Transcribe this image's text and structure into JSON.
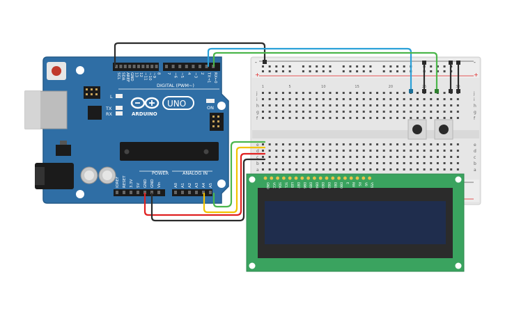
{
  "arduino": {
    "logo_text": "ARDUINO",
    "model": "UNO",
    "digital_header": "DIGITAL (PWM~)",
    "analog_header": "ANALOG IN",
    "power_header": "POWER",
    "on_label": "ON",
    "tx_label": "TX",
    "rx_label": "RX",
    "l_label": "L",
    "top_pins": [
      "SCL",
      "SDA",
      "AREF",
      "GND",
      "13",
      "12",
      "~11",
      "~10",
      "~9",
      "8",
      "7",
      "~6",
      "~5",
      "4",
      "~3",
      "2",
      "TX→1",
      "RX←0"
    ],
    "power_pins": [
      "IOREF",
      "RESET",
      "3.3V",
      "5V",
      "GND",
      "GND",
      "Vin"
    ],
    "analog_pins": [
      "A0",
      "A1",
      "A2",
      "A3",
      "A4",
      "A5"
    ]
  },
  "breadboard": {
    "rail_plus": "+",
    "rail_minus": "-",
    "col_numbers": [
      "1",
      "5",
      "10",
      "15",
      "20",
      "25",
      "30"
    ],
    "row_letters_top": [
      "j",
      "i",
      "h",
      "g",
      "f"
    ],
    "row_letters_bottom": [
      "e",
      "d",
      "c",
      "b",
      "a"
    ]
  },
  "lcd": {
    "pins": [
      "GND",
      "VCC",
      "SDA",
      "SCL",
      "LED",
      "DB7",
      "DB6",
      "DB5",
      "DB4",
      "DB3",
      "DB2",
      "DB1",
      "DB0",
      "E",
      "RW",
      "RS",
      "V0",
      "VSS"
    ]
  },
  "colors": {
    "board": "#2f6ea5",
    "board_edge": "#245a88",
    "breadboard": "#e8e8e8",
    "lcd_pcb": "#3aa35f",
    "lcd_screen": "#1f2d4d",
    "wire_black": "#2b2b2b",
    "wire_blue": "#2aa0d8",
    "wire_green": "#4bb64b",
    "wire_red": "#e02020",
    "wire_yellow": "#f2c200"
  }
}
